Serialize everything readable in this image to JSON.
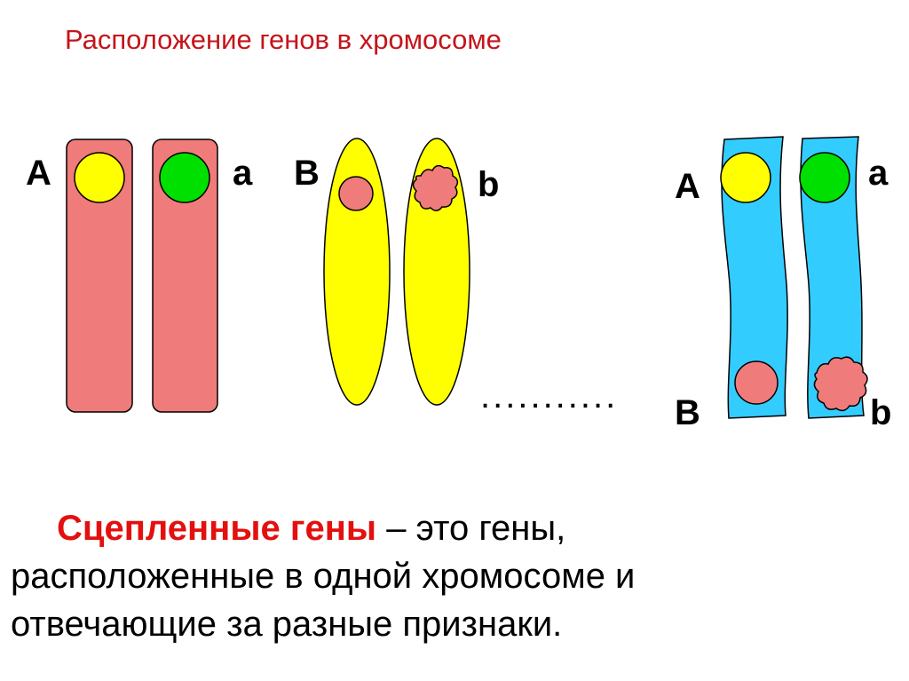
{
  "title": "Расположение генов в хромосоме",
  "diagram": {
    "group1": {
      "left_label": "A",
      "right_label": "a"
    },
    "group2": {
      "left_label": "B",
      "right_label": "b"
    },
    "group3": {
      "top_left_label": "A",
      "top_right_label": "a",
      "bottom_left_label": "B",
      "bottom_right_label": "b"
    },
    "ellipsis": "...........",
    "colors": {
      "red_chromosome": "#f07b7b",
      "yellow_chromosome": "#ffff00",
      "blue_chromosome": "#33ccff",
      "dominant_gene": "#ffff00",
      "recessive_gene": "#00e000",
      "pink_gene": "#f07b7b"
    }
  },
  "definition": {
    "term": "Сцепленные гены",
    "rest_line1": " – это гены,",
    "line2": "расположенные в одной хромосоме и",
    "line3": "отвечающие за разные признаки."
  }
}
